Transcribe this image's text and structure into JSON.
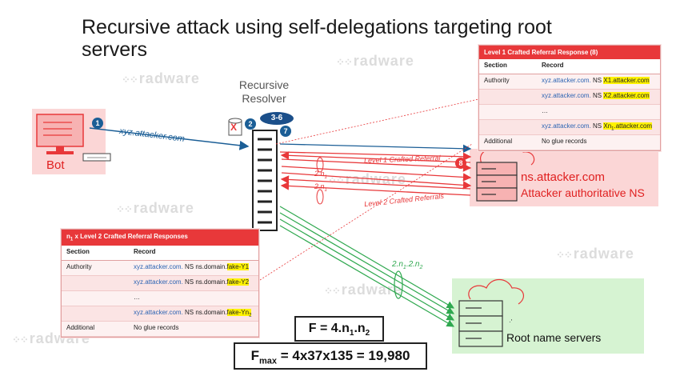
{
  "title": "Recursive attack using self-delegations targeting root servers",
  "watermark": "radware",
  "resolver_label": "Recursive Resolver",
  "bot_label": "Bot",
  "query_label": "xyz.attacker.com",
  "steps": {
    "s1": "1",
    "s2": "2",
    "s36": "3-6",
    "s7": "7",
    "s8": "8"
  },
  "x_mark": "X",
  "attacker": {
    "name": "ns.attacker.com",
    "role": "Attacker authoritative NS"
  },
  "root_label": "Root name servers",
  "arrows": {
    "level1": "Level 1 Crafted Referral",
    "level2": "Level 2 Crafted Referrals",
    "n1_a": "2.n",
    "n1_a_sub": "1",
    "n1_b": "2.n",
    "n1_b_sub": "1",
    "root_flow": "2.n",
    "root_flow_sub1": "1",
    "root_flow_mid": ".2.n",
    "root_flow_sub2": "2"
  },
  "table_level1": {
    "header": "Level 1 Crafted Referral Response (8)",
    "col_section": "Section",
    "col_record": "Record",
    "rows": [
      {
        "section": "Authority",
        "name": "xyz.attacker.com.",
        "ns": " NS ",
        "target": "X1.attacker.com",
        "target_sub": ""
      },
      {
        "section": "",
        "name": "xyz.attacker.com.",
        "ns": " NS ",
        "target": "X2.attacker.com",
        "target_sub": ""
      },
      {
        "section": "",
        "name": "…",
        "ns": "",
        "target": "",
        "target_sub": ""
      },
      {
        "section": "",
        "name": "xyz.attacker.com.",
        "ns": " NS ",
        "target": "Xn",
        "target_sub": "1",
        "target_rest": ".attacker.com"
      },
      {
        "section": "Additional",
        "name": "No glue records",
        "ns": "",
        "target": "",
        "target_sub": ""
      }
    ]
  },
  "table_level2": {
    "header_pre": "n",
    "header_sub": "1",
    "header_post": " x Level 2 Crafted Referral Responses",
    "col_section": "Section",
    "col_record": "Record",
    "rows": [
      {
        "section": "Authority",
        "name": "xyz.attacker.com.",
        "ns": " NS ns.domain.",
        "target": "fake-Y1",
        "target_sub": ""
      },
      {
        "section": "",
        "name": "xyz.attacker.com.",
        "ns": " NS ns.domain.",
        "target": "fake-Y2",
        "target_sub": ""
      },
      {
        "section": "",
        "name": "…",
        "ns": "",
        "target": "",
        "target_sub": ""
      },
      {
        "section": "",
        "name": "xyz.attacker.com.",
        "ns": " NS ns.domain.",
        "target": "fake-Yn",
        "target_sub": "2"
      },
      {
        "section": "Additional",
        "name": "No glue records",
        "ns": "",
        "target": "",
        "target_sub": ""
      }
    ]
  },
  "formula1": {
    "pre": "F = 4.n",
    "sub1": "1",
    "mid": ".n",
    "sub2": "2"
  },
  "formula2": {
    "pre": "F",
    "sub": "max",
    "post": " = 4x37x135 = 19,980"
  },
  "colors": {
    "red": "#e8383a",
    "blue": "#1b5e96",
    "green": "#2fa84f",
    "navy": "#1b4f8a"
  }
}
